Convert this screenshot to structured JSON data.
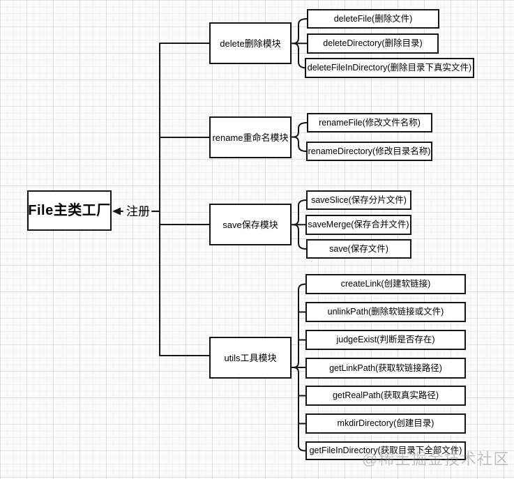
{
  "diagram": {
    "root_label": "File主类工厂",
    "edge_label": "注册",
    "groups": [
      {
        "module_label": "delete删除模块",
        "children": [
          "deleteFile(删除文件)",
          "deleteDirectory(删除目录)",
          "deleteFileInDirectory(删除目录下真实文件)"
        ]
      },
      {
        "module_label": "rename重命名模块",
        "children": [
          "renameFile(修改文件名称)",
          "renameDirectory(修改目录名称)"
        ]
      },
      {
        "module_label": "save保存模块",
        "children": [
          "saveSlice(保存分片文件)",
          "saveMerge(保存合并文件)",
          "save(保存文件)"
        ]
      },
      {
        "module_label": "utils工具模块",
        "children": [
          "createLink(创建软链接)",
          "unlinkPath(删除软链接或文件)",
          "judgeExist(判断是否存在)",
          "getLinkPath(获取软链接路径)",
          "getRealPath(获取真实路径)",
          "mkdirDirectory(创建目录)",
          "getFileInDirectory(获取目录下全部文件)"
        ]
      }
    ],
    "watermark": "@稀土掘金技术社区",
    "colors": {
      "line": "#161616",
      "box_background": "#ffffff",
      "watermark": "#bdbdbd"
    }
  }
}
